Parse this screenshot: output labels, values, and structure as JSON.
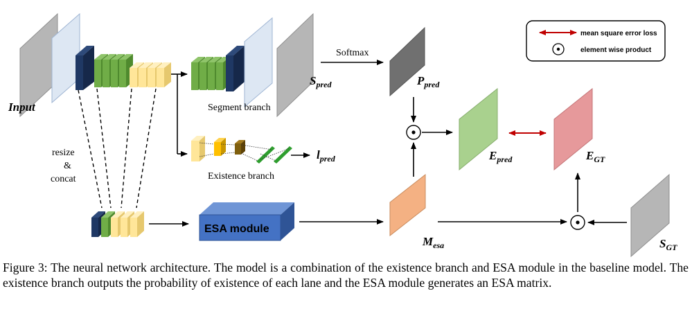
{
  "labels": {
    "input": "Input",
    "resize": "resize",
    "and": "&",
    "concat": "concat",
    "segment_branch": "Segment branch",
    "existence_branch": "Existence branch",
    "softmax": "Softmax",
    "esa_module": "ESA module",
    "s_pred_main": "S",
    "s_pred_sub": "pred",
    "p_pred_main": "P",
    "p_pred_sub": "pred",
    "l_pred_main": "l",
    "l_pred_sub": "pred",
    "e_pred_main": "E",
    "e_pred_sub": "pred",
    "e_gt_main": "E",
    "e_gt_sub": "GT",
    "m_esa_main": "M",
    "m_esa_sub": "esa",
    "s_gt_main": "S",
    "s_gt_sub": "GT"
  },
  "legend": {
    "mse": "mean square error loss",
    "ewp": "element wise product"
  },
  "caption": "Figure 3: The neural network architecture. The model is a combination of the existence branch and ESA module in the baseline model. The existence branch outputs the probability of existence of each lane and the ESA module generates an ESA matrix.",
  "colors": {
    "gray": "#b8b8b8",
    "light_blue": "#dce6f2",
    "navy": "#1f3864",
    "green": "#70ad47",
    "yellow": "#ffe699",
    "dark_gray": "#707070",
    "light_green": "#a9d18e",
    "pink": "#e6999b",
    "orange": "#f4b183",
    "esa_blue": "#4472c4",
    "arrow_red": "#c00000"
  }
}
